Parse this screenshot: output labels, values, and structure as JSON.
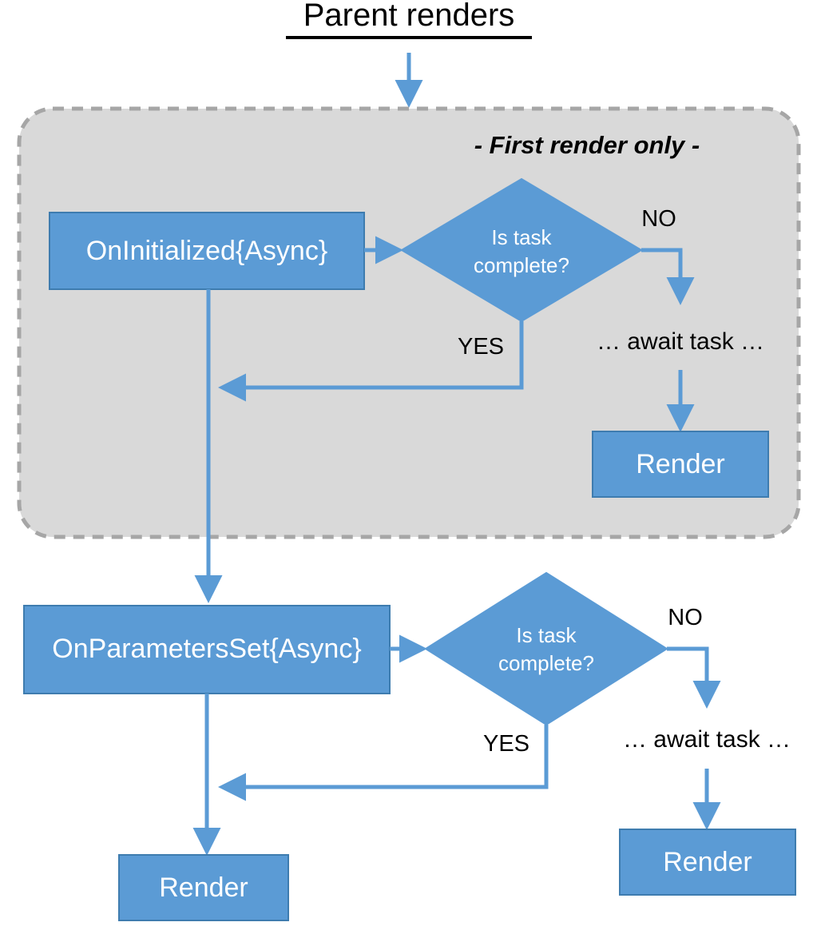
{
  "diagram": {
    "title": "Parent renders",
    "group_caption": "- First render only -",
    "colors": {
      "node_fill": "#5B9BD5",
      "node_stroke": "#3E7CAF",
      "connector": "#5B9BD5",
      "group_fill": "#D9D9D9",
      "group_border": "#A6A6A6",
      "text_on_node": "#FFFFFF",
      "text_plain": "#000000",
      "background": "#FFFFFF"
    },
    "first_render_group": {
      "caption": "- First render only -",
      "nodes": {
        "lifecycle_box": "OnInitialized{Async}",
        "decision": "Is task complete?",
        "await_text": "… await task …",
        "render_box": "Render"
      },
      "edge_labels": {
        "no": "NO",
        "yes": "YES"
      }
    },
    "parameters_set_section": {
      "nodes": {
        "lifecycle_box": "OnParametersSet{Async}",
        "decision": "Is task complete?",
        "await_text": "… await task …",
        "render_box_yes": "Render",
        "render_box_no": "Render"
      },
      "edge_labels": {
        "no": "NO",
        "yes": "YES"
      }
    },
    "icons": {
      "arrow": "arrow-head-icon"
    }
  }
}
